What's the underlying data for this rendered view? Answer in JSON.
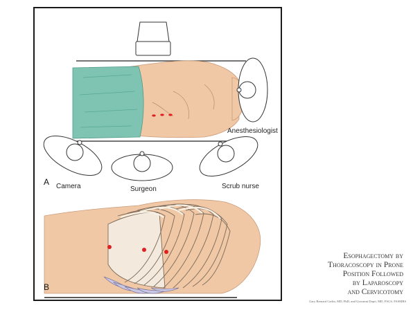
{
  "figure": {
    "labels": {
      "anesthesiologist": "Anesthesiologist",
      "camera": "Camera",
      "surgeon": "Surgeon",
      "scrub_nurse": "Scrub nurse"
    },
    "panels": {
      "a": "A",
      "b": "B"
    }
  },
  "title": {
    "lines": [
      "Esophagectomy by",
      "Thoracoscopy in Prone",
      "Position Followed",
      "by Laparoscopy",
      "and Cervicotomy"
    ]
  },
  "credit": "Gary Bernard Carlin, MD, PhD, and Giovanni Dapri, MD, FACS, FASMBS",
  "colors": {
    "drape": "#7fc4b3",
    "skin": "#f1c8a6",
    "port": "#e02020",
    "rib": "#fbf6ec"
  }
}
